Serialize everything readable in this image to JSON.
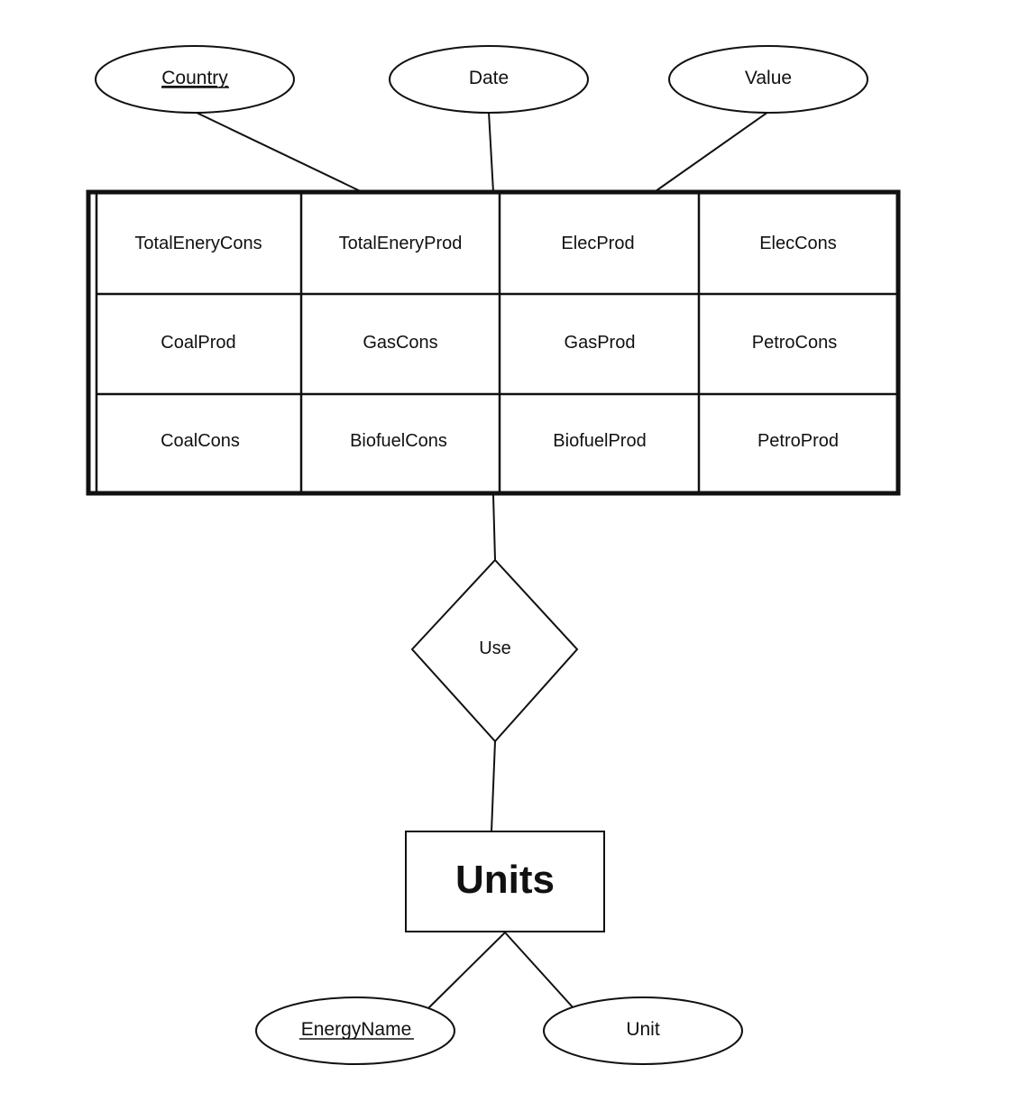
{
  "diagram": {
    "top_attributes": [
      {
        "label": "Country",
        "key": true
      },
      {
        "label": "Date",
        "key": false
      },
      {
        "label": "Value",
        "key": false
      }
    ],
    "table_cells": [
      [
        "TotalEneryCons",
        "TotalEneryProd",
        "ElecProd",
        "ElecCons"
      ],
      [
        "CoalProd",
        "GasCons",
        "GasProd",
        "PetroCons"
      ],
      [
        "CoalCons",
        "BiofuelCons",
        "BiofuelProd",
        "PetroProd"
      ]
    ],
    "relationship": {
      "label": "Use"
    },
    "entity": {
      "label": "Units"
    },
    "bottom_attributes": [
      {
        "label": "EnergyName",
        "key": true
      },
      {
        "label": "Unit",
        "key": false
      }
    ]
  }
}
